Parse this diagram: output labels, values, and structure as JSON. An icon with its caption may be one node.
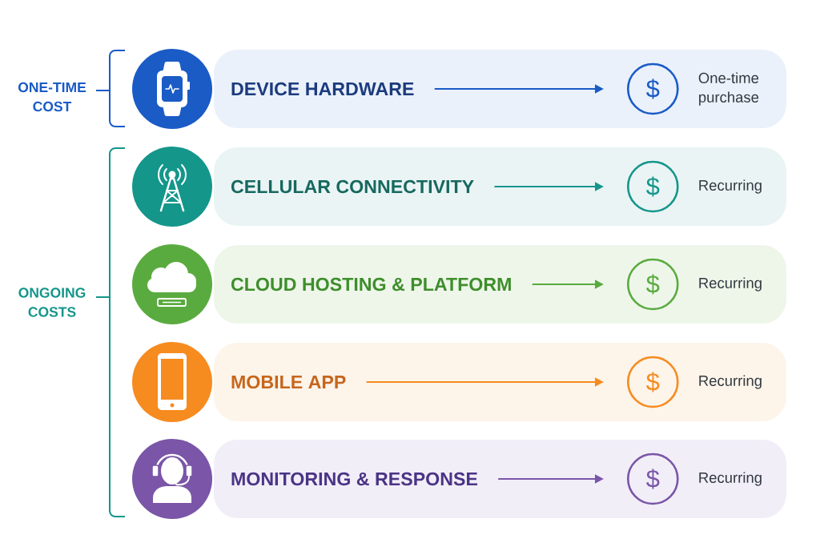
{
  "diagram": {
    "nodes": [
      {
        "text": [],
        "shape": "box"
      },
      {
        "text": [
          "DEVICE HARDWARE"
        ],
        "in": 0
      },
      {
        "text": [
          "$"
        ],
        "beside": [
          "One-time purchase"
        ],
        "in": 0
      },
      {
        "text": [],
        "shape": "box"
      },
      {
        "text": [
          "CELLULAR CONNECTIVITY"
        ],
        "in": 3
      },
      {
        "text": [
          "$"
        ],
        "beside": [
          "Recurring"
        ],
        "in": 3
      },
      {
        "text": [],
        "shape": "box"
      },
      {
        "text": [
          "CLOUD HOSTING & PLATFORM"
        ],
        "in": 6
      },
      {
        "text": [
          "$"
        ],
        "beside": [
          "Recurring"
        ],
        "in": 6
      },
      {
        "text": [],
        "shape": "box"
      },
      {
        "text": [
          "MOBILE APP"
        ],
        "in": 9
      },
      {
        "text": [
          "$"
        ],
        "beside": [
          "Recurring"
        ],
        "in": 9
      },
      {
        "text": [],
        "shape": "box"
      },
      {
        "text": [
          "MONITORING & RESPONSE"
        ],
        "in": 12
      },
      {
        "text": [
          "$"
        ],
        "beside": [
          "Recurring"
        ],
        "in": 12
      }
    ],
    "edges": [
      {
        "from": 1,
        "to": 2,
        "arrow": "to",
        "color": "#1a5bc6"
      },
      {
        "from": 4,
        "to": 5,
        "arrow": "to",
        "color": "#14968b"
      },
      {
        "from": 7,
        "to": 8,
        "arrow": "to",
        "color": "#5aab3f"
      },
      {
        "from": 10,
        "to": 11,
        "arrow": "to",
        "color": "#f68b1f"
      },
      {
        "from": 13,
        "to": 14,
        "arrow": "to",
        "color": "#7a55a8"
      }
    ],
    "labels": [
      "ONE-TIME COST",
      "ONGOING COSTS"
    ]
  }
}
